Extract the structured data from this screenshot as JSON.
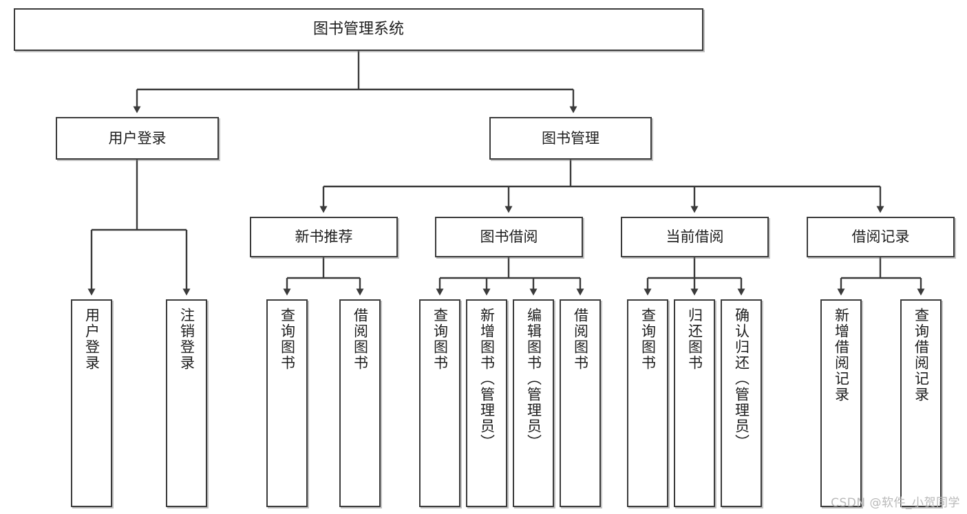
{
  "diagram": {
    "type": "hierarchy-tree",
    "title": "图书管理系统",
    "orientation": "top-down",
    "edge_style": "orthogonal-arrow",
    "colors": {
      "node_border": "#3a3a3a",
      "node_fill": "#ffffff",
      "edge": "#3a3a3a",
      "text": "#1d1d1d",
      "watermark": "#b9b9b9",
      "background": "#ffffff"
    },
    "root": {
      "id": "root",
      "label": "图书管理系统"
    },
    "level1": [
      {
        "id": "user-login",
        "label": "用户登录"
      },
      {
        "id": "book-manage",
        "label": "图书管理"
      }
    ],
    "level2": [
      {
        "id": "new-book-recommend",
        "label": "新书推荐",
        "parent": "book-manage"
      },
      {
        "id": "book-borrow",
        "label": "图书借阅",
        "parent": "book-manage"
      },
      {
        "id": "current-borrow",
        "label": "当前借阅",
        "parent": "book-manage"
      },
      {
        "id": "borrow-record",
        "label": "借阅记录",
        "parent": "book-manage"
      }
    ],
    "leaves": {
      "user-login": [
        {
          "id": "leaf-user-login",
          "label": "用户登录"
        },
        {
          "id": "leaf-user-logout",
          "label": "注销登录"
        }
      ],
      "new-book-recommend": [
        {
          "id": "leaf-query-book-1",
          "label": "查询图书"
        },
        {
          "id": "leaf-borrow-book-1",
          "label": "借阅图书"
        }
      ],
      "book-borrow": [
        {
          "id": "leaf-query-book-2",
          "label": "查询图书"
        },
        {
          "id": "leaf-add-book",
          "label": "新增图书（管理员）"
        },
        {
          "id": "leaf-edit-book",
          "label": "编辑图书（管理员）"
        },
        {
          "id": "leaf-borrow-book-2",
          "label": "借阅图书"
        }
      ],
      "current-borrow": [
        {
          "id": "leaf-query-book-3",
          "label": "查询图书"
        },
        {
          "id": "leaf-return-book",
          "label": "归还图书"
        },
        {
          "id": "leaf-confirm-return",
          "label": "确认归还（管理员）"
        }
      ],
      "borrow-record": [
        {
          "id": "leaf-add-record",
          "label": "新增借阅记录"
        },
        {
          "id": "leaf-query-record",
          "label": "查询借阅记录"
        }
      ]
    }
  },
  "watermark": {
    "text": "CSDN @软件_小贺同学"
  }
}
